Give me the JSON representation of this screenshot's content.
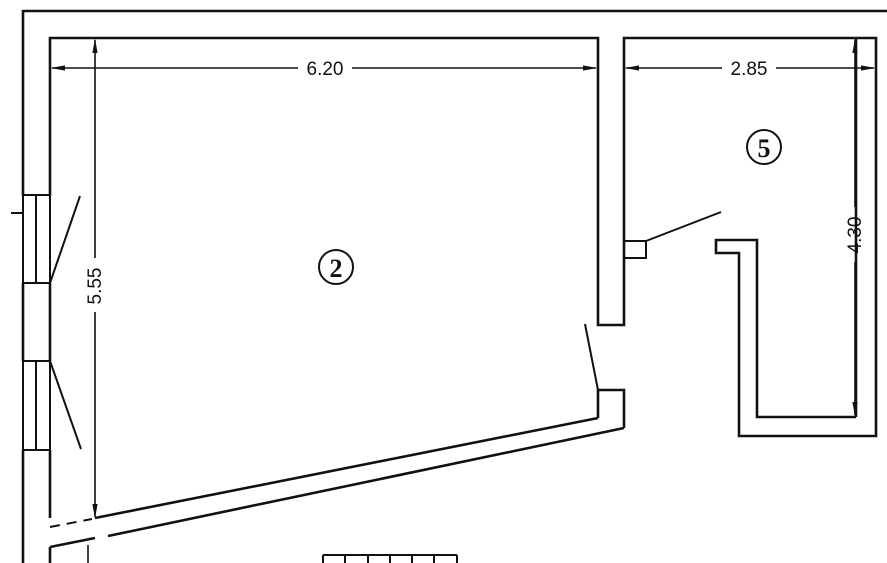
{
  "drawing": {
    "type": "floor-plan",
    "line_color": "#111111",
    "background": "#ffffff"
  },
  "rooms": [
    {
      "id": "room-2",
      "number": "2",
      "width_label": "6.20",
      "height_label": "5.55"
    },
    {
      "id": "room-5",
      "number": "5",
      "width_label": "2.85",
      "height_label": "4.30"
    }
  ],
  "dimensions": {
    "room2_width": "6.20",
    "room2_height": "5.55",
    "room5_width": "2.85",
    "room5_height": "4.30"
  },
  "labels": {
    "room2_number": "2",
    "room5_number": "5"
  }
}
